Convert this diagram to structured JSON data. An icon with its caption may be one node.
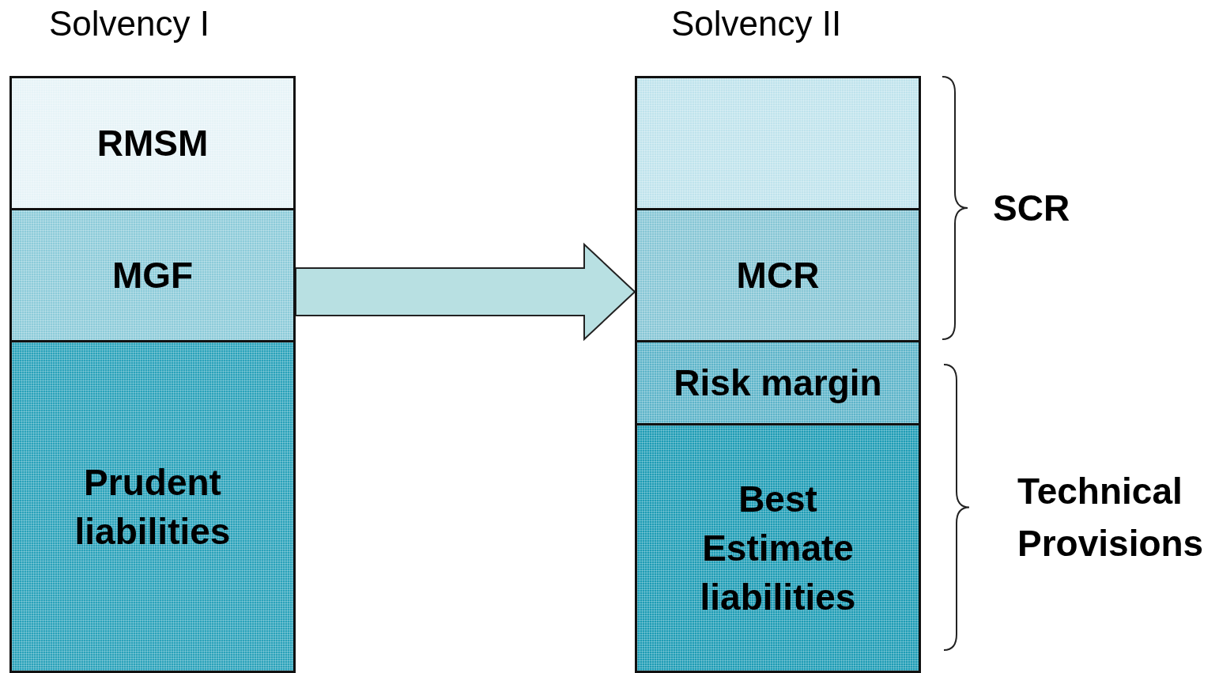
{
  "diagram": {
    "nodes": [
      {
        "text": [
          "Solvency I"
        ]
      },
      {
        "text": [
          "RMSM"
        ],
        "in": 0
      },
      {
        "text": [
          "MGF"
        ],
        "in": 0
      },
      {
        "text": [
          "Prudent liabilities"
        ],
        "in": 0
      },
      {
        "text": [
          "Solvency II"
        ]
      },
      {
        "text": [],
        "shape": "box",
        "in": 4
      },
      {
        "text": [
          "MCR"
        ],
        "in": 4
      },
      {
        "text": [
          "Risk margin"
        ],
        "in": 4
      },
      {
        "text": [
          "Best Estimate liabilities"
        ],
        "in": 4
      }
    ],
    "edges": [
      {
        "from": 0,
        "to": 4,
        "arrow": "to"
      }
    ],
    "labels": [
      "SCR",
      "Technical Provisions"
    ]
  }
}
